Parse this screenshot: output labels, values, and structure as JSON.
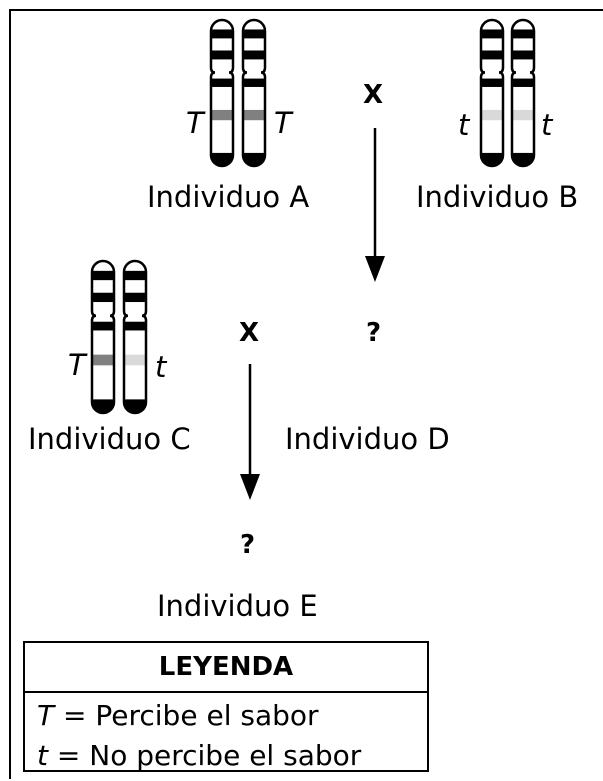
{
  "individuals": {
    "a": {
      "name": "Individuo A",
      "allele_left": "T",
      "allele_right": "T"
    },
    "b": {
      "name": "Individuo B",
      "allele_left": "t",
      "allele_right": "t"
    },
    "c": {
      "name": "Individuo C",
      "allele_left": "T",
      "allele_right": "t"
    },
    "d": {
      "name": "Individuo D"
    },
    "e": {
      "name": "Individuo E"
    }
  },
  "cross_symbol": "X",
  "unknown_symbol": "?",
  "legend": {
    "title": "LEYENDA",
    "rows": [
      {
        "symbol": "T",
        "text": "= Percibe el sabor"
      },
      {
        "symbol": "t",
        "text": "= No percibe el sabor"
      }
    ]
  },
  "colors": {
    "dominant_band": "#808080",
    "recessive_band": "#d9d9d9",
    "band_dark": "#000000"
  }
}
